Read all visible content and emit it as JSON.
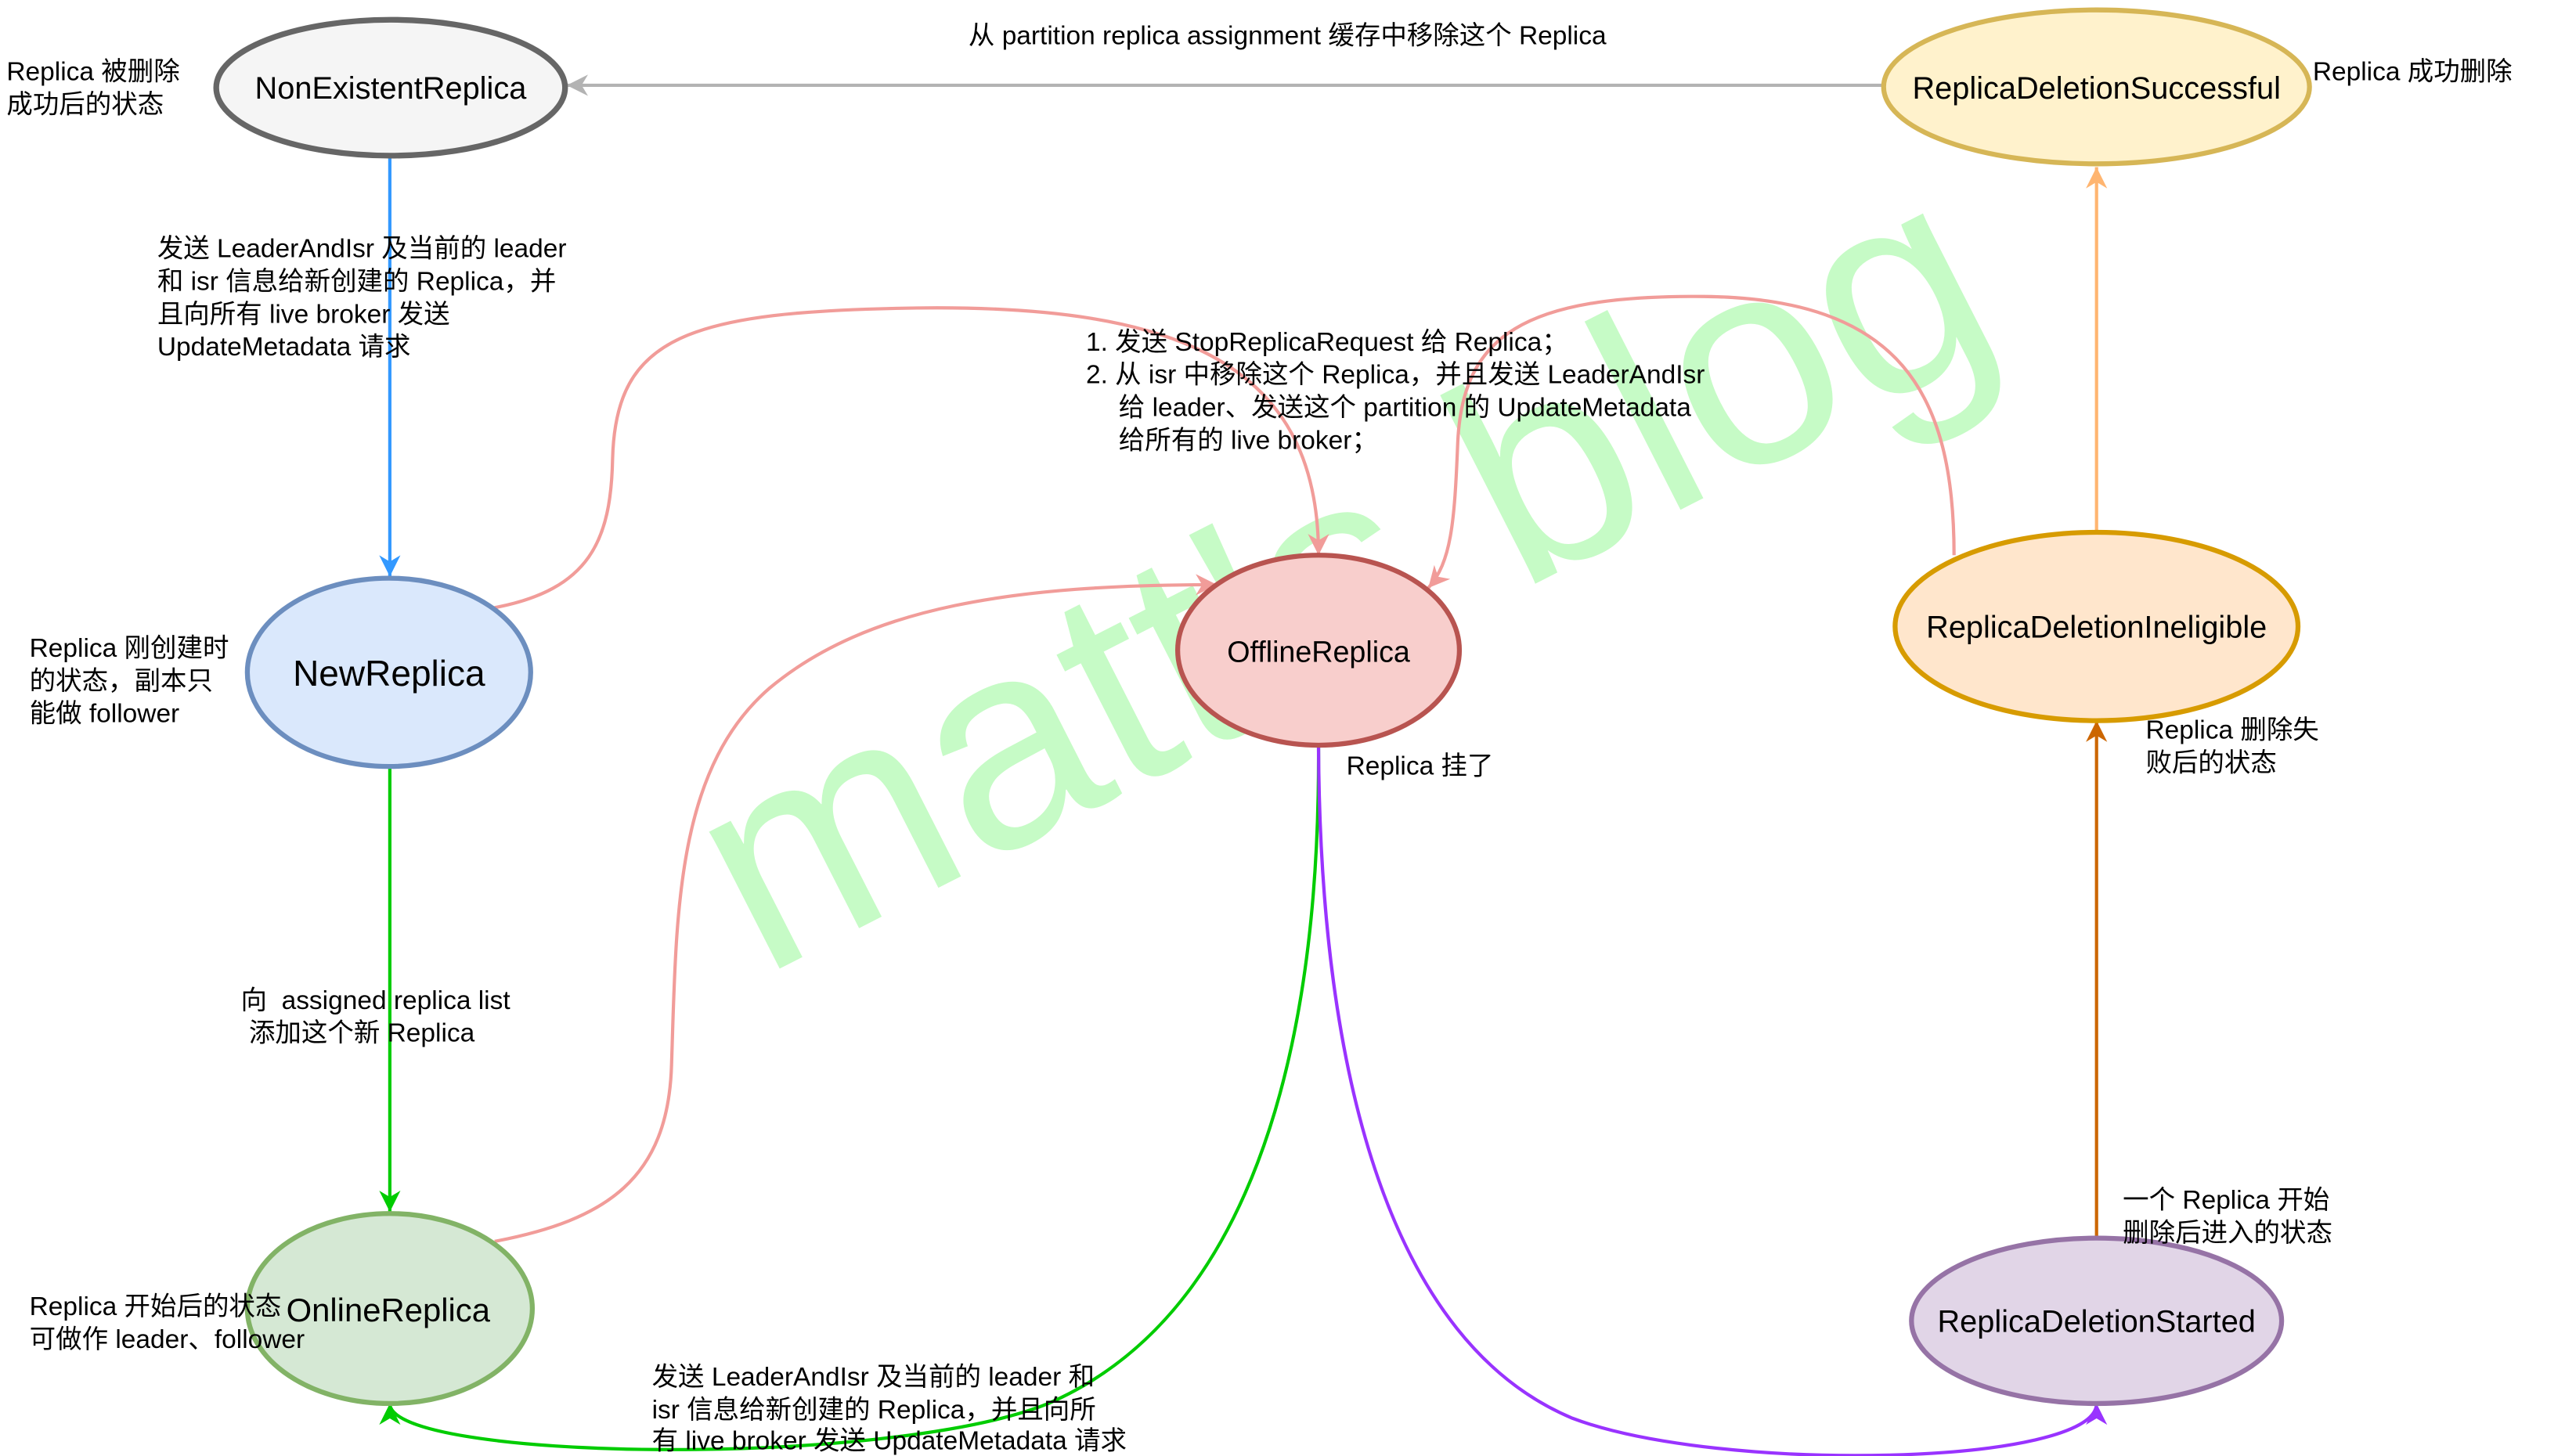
{
  "diagram": {
    "watermark": "matt's blog",
    "states": {
      "non_existent": "NonExistentReplica",
      "new": "NewReplica",
      "online": "OnlineReplica",
      "offline": "OfflineReplica",
      "deletion_started": "ReplicaDeletionStarted",
      "deletion_ineligible": "ReplicaDeletionIneligible",
      "deletion_successful": "ReplicaDeletionSuccessful"
    },
    "state_notes": {
      "non_existent": [
        "Replica 被删除",
        "成功后的状态"
      ],
      "deletion_successful": [
        "Replica 成功删除"
      ],
      "new": [
        "Replica 刚创建时",
        "的状态，副本只",
        "能做 follower"
      ],
      "offline": [
        "Replica 挂了"
      ],
      "deletion_ineligible": [
        "Replica 删除失",
        "败后的状态"
      ],
      "deletion_started": [
        "一个 Replica 开始",
        "删除后进入的状态"
      ],
      "online": [
        "Replica 开始后的状态",
        "可做作 leader、follower"
      ]
    },
    "transition_notes": {
      "deletion_successful_to_non_existent": [
        "从 partition replica assignment 缓存中移除这个 Replica"
      ],
      "non_existent_to_new": [
        "发送 LeaderAndIsr 及当前的 leader",
        "和 isr 信息给新创建的 Replica，并",
        "且向所有 live broker 发送",
        "UpdateMetadata 请求"
      ],
      "to_offline": [
        "1. 发送 StopReplicaRequest 给 Replica；",
        "2. 从 isr 中移除这个 Replica，并且发送 LeaderAndIsr",
        "给 leader、发送这个 partition 的 UpdateMetadata",
        "给所有的 live broker；"
      ],
      "new_to_online": [
        "向  assigned replica list",
        "添加这个新 Replica"
      ],
      "offline_to_online": [
        "发送 LeaderAndIsr 及当前的 leader 和",
        "isr 信息给新创建的 Replica，并且向所",
        "有 live broker 发送 UpdateMetadata 请求"
      ]
    },
    "colors": {
      "non_existent": {
        "fill": "#f5f5f5",
        "stroke": "#666666"
      },
      "new": {
        "fill": "#dae8fc",
        "stroke": "#6c8ebf"
      },
      "online": {
        "fill": "#d5e8d4",
        "stroke": "#82b366"
      },
      "offline": {
        "fill": "#f8cecc",
        "stroke": "#b85450"
      },
      "deletion_started": {
        "fill": "#e1d5e7",
        "stroke": "#9673a6"
      },
      "deletion_ineligible": {
        "fill": "#ffe6cc",
        "stroke": "#d79b00"
      },
      "deletion_successful": {
        "fill": "#fff2cc",
        "stroke": "#d6b656"
      },
      "edges": {
        "gray": "#b3b3b3",
        "blue": "#3399ff",
        "green": "#00cc00",
        "pink": "#f19c99",
        "light_orange": "#ffb570",
        "dark_orange": "#cc6600",
        "purple": "#9933ff"
      },
      "watermark": "#c6fbc6"
    }
  }
}
